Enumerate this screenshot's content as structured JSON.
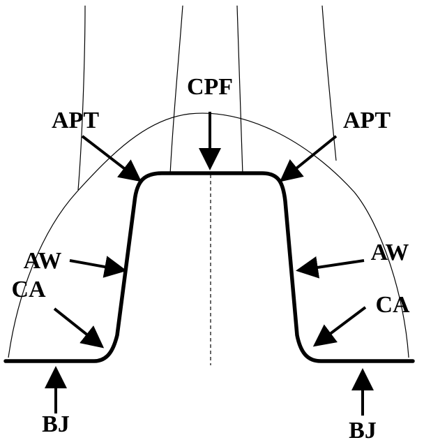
{
  "labels": {
    "cpf": "CPF",
    "apt_left": "APT",
    "apt_right": "APT",
    "aw_left": "AW",
    "aw_right": "AW",
    "ca_left": "CA",
    "ca_right": "CA",
    "bj_left": "BJ",
    "bj_right": "BJ"
  },
  "colors": {
    "outline": "#000000",
    "background": "#ffffff"
  }
}
